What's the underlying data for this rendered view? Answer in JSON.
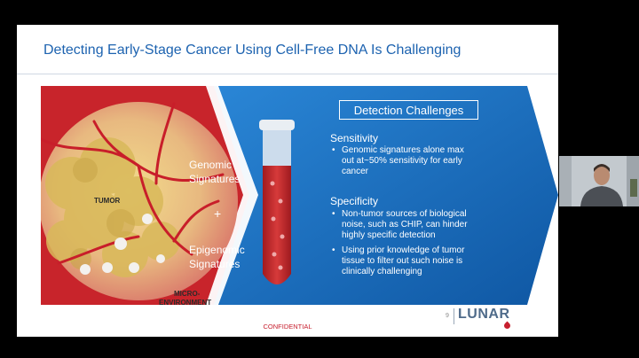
{
  "slide": {
    "title": "Detecting Early-Stage Cancer Using Cell-Free DNA Is Challenging",
    "labels": {
      "tumor": "TUMOR",
      "micro_line1": "MICRO-",
      "micro_line2": "ENVIRONMENT",
      "genomic_line1": "Genomic",
      "genomic_line2": "Signatures",
      "plus": "+",
      "epigenomic_line1": "Epigenomic",
      "epigenomic_line2": "Signatures"
    },
    "challenges": {
      "heading": "Detection Challenges",
      "sensitivity": {
        "title": "Sensitivity",
        "line1": "Genomic signatures alone max",
        "line2": "out at~50% sensitivity for early",
        "line3": "cancer"
      },
      "specificity": {
        "title": "Specificity",
        "b1_line1": "Non-tumor sources of biological",
        "b1_line2": "noise, such as CHIP, can hinder",
        "b1_line3": "highly specific detection",
        "b2_line1": "Using prior knowledge of tumor",
        "b2_line2": "tissue to filter out such noise is",
        "b2_line3": "clinically challenging"
      }
    },
    "footer": "CONFIDENTIAL",
    "page_number": "9",
    "logo_text": "LUNAR"
  },
  "colors": {
    "title_blue": "#1d63b0",
    "panel_blue": "#1a77c9",
    "panel_blue_dark": "#0e4f96",
    "accent_red": "#c7202f"
  },
  "icons": {
    "bullet": "•"
  }
}
